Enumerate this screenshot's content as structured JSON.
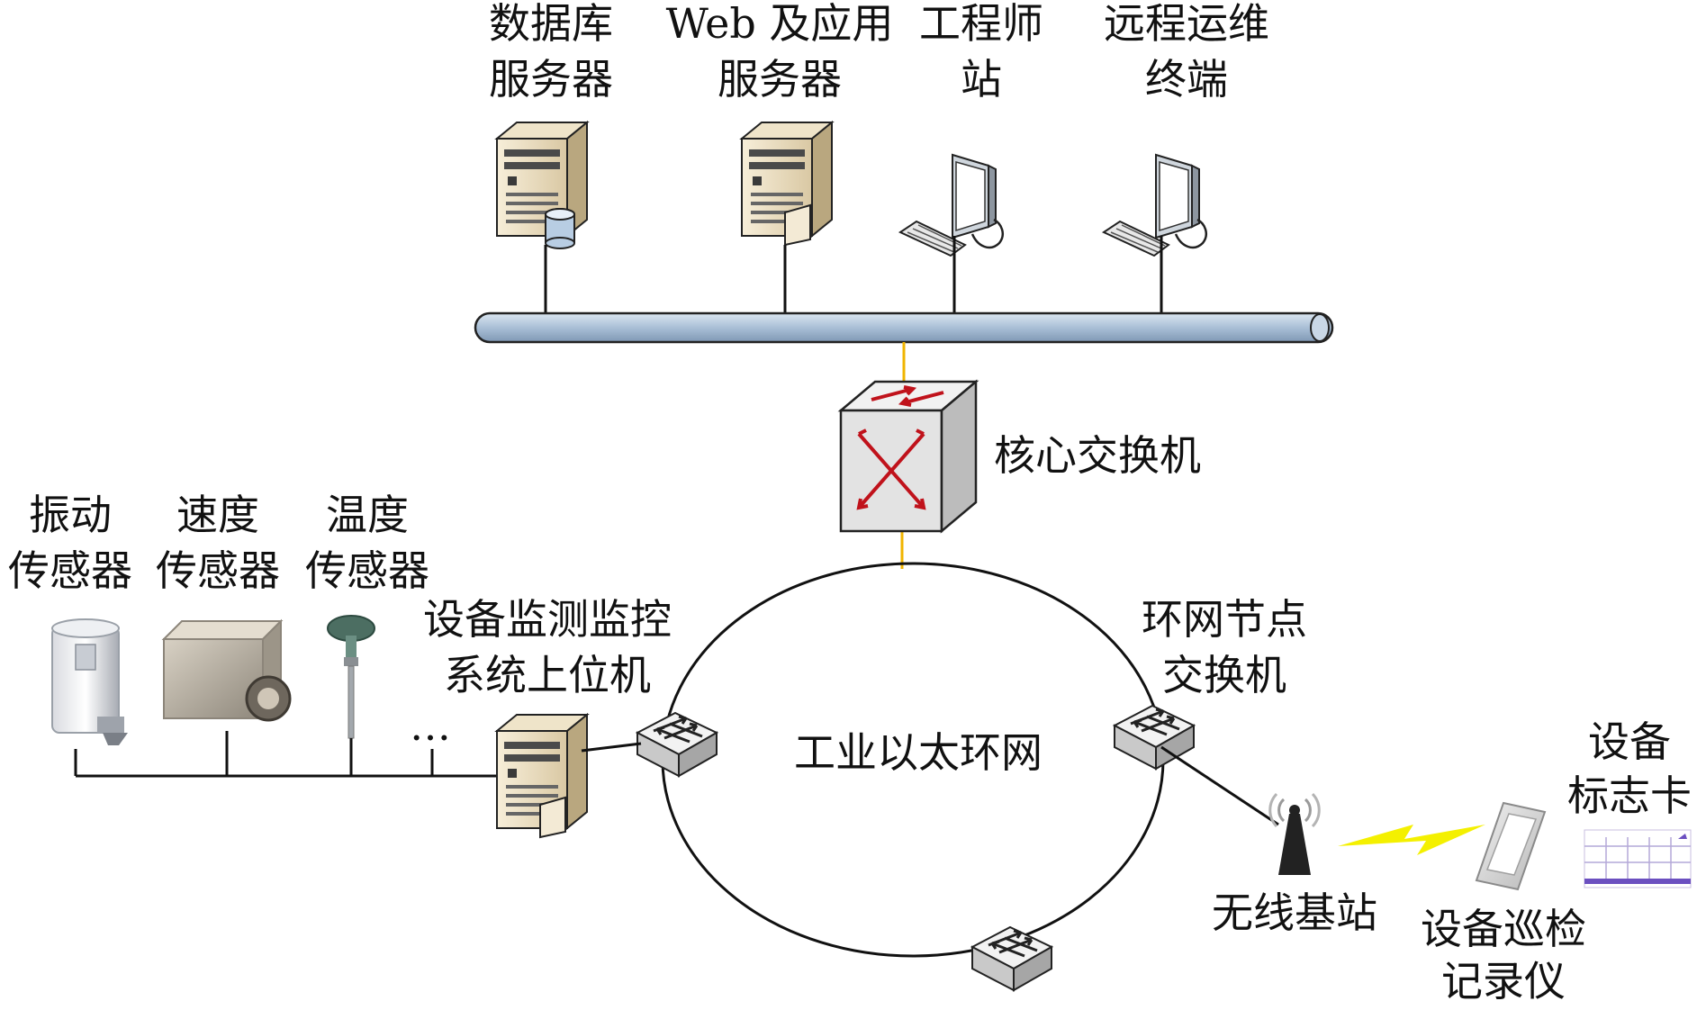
{
  "labels": {
    "db_server": [
      "数据库",
      "服务器"
    ],
    "web_server": [
      "Web 及应用",
      "服务器"
    ],
    "engineer_station": [
      "工程师",
      "站"
    ],
    "remote_terminal": [
      "远程运维",
      "终端"
    ],
    "core_switch": "核心交换机",
    "vibration_sensor": [
      "振动",
      "传感器"
    ],
    "speed_sensor": [
      "速度",
      "传感器"
    ],
    "temperature_sensor": [
      "温度",
      "传感器"
    ],
    "monitor_host": [
      "设备监测监控",
      "系统上位机"
    ],
    "ring_node_switch": [
      "环网节点",
      "交换机"
    ],
    "industrial_ring": "工业以太环网",
    "wireless_base_station": "无线基站",
    "inspection_recorder": [
      "设备巡检",
      "记录仪"
    ],
    "equipment_tag": [
      "设备",
      "标志卡"
    ],
    "ellipsis": "…"
  },
  "colors": {
    "backbone_bus": "#a9bfd6",
    "fiber_link": "#f0b400",
    "wireless_bolt": "#f4f000",
    "switch_arrow": "#c0121b"
  }
}
